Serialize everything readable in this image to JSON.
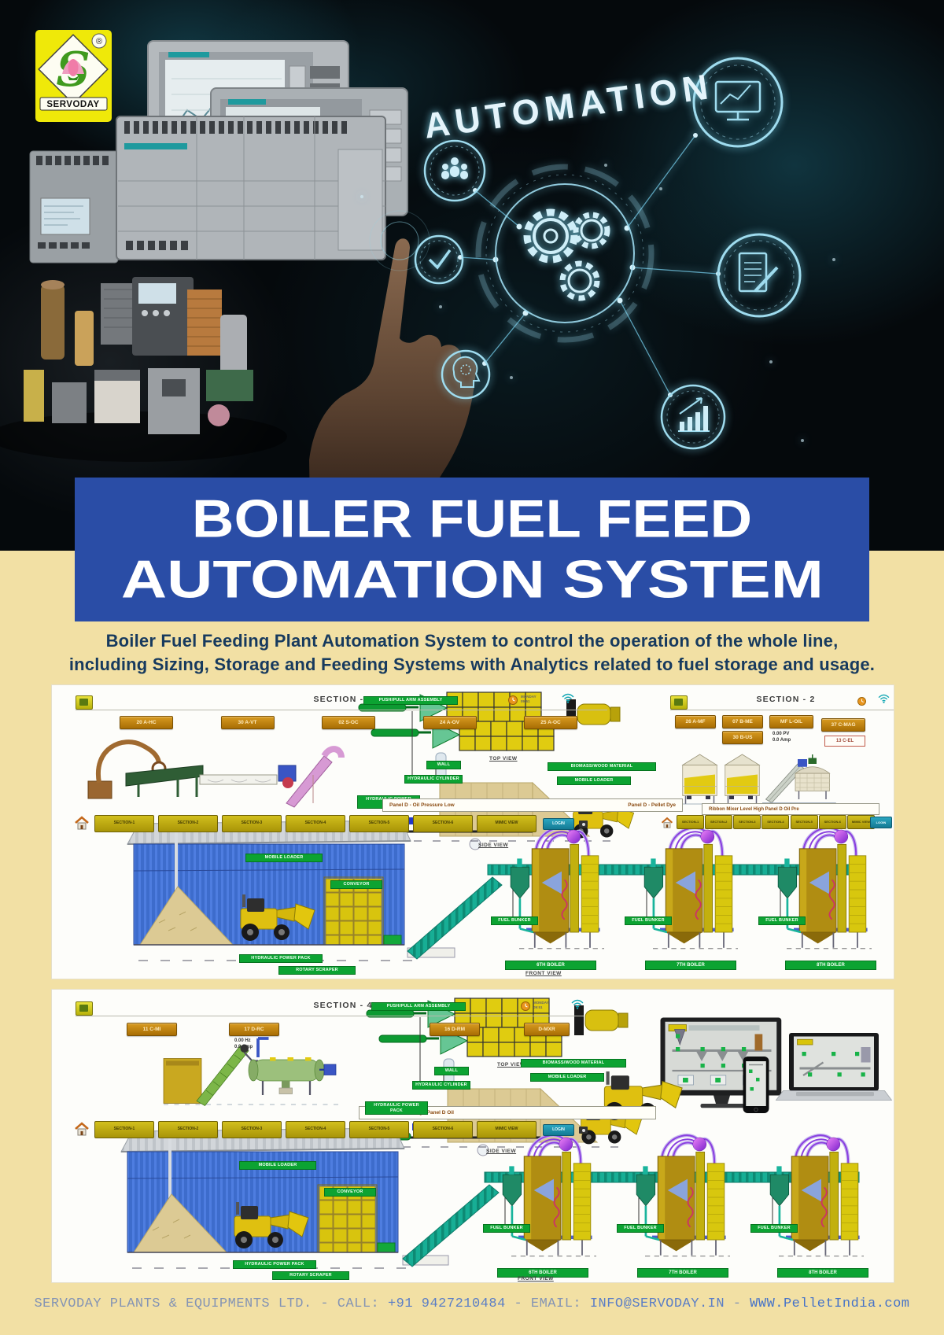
{
  "colors": {
    "banner_bg": "#2a4da6",
    "page_bg": "#f2e0a4",
    "intro_text": "#173a5e",
    "green_label": "#0ca332",
    "accent_teal": "#19b49c",
    "footer_text": "#8494b4"
  },
  "hero": {
    "brand": "SERVODAY",
    "reg_mark": "®",
    "logo_letter": "S",
    "headline": "AUTOMATION"
  },
  "banner": {
    "line1": "BOILER FUEL FEED",
    "line2": "AUTOMATION SYSTEM"
  },
  "intro": {
    "line1": "Boiler Fuel Feeding Plant Automation System to control the operation of the whole line,",
    "line2": "including Sizing, Storage and Feeding Systems  with Analytics related to fuel storage and usage."
  },
  "scada": {
    "clock_day": "MONDAY",
    "clock_time": "09:51",
    "nav_buttons": [
      "SECTION-1",
      "SECTION-2",
      "SECTION-3",
      "SECTION-4",
      "SECTION-5",
      "SECTION-6",
      "MIMIC VIEW"
    ],
    "login_button": "LOGIN",
    "labels": {
      "top_view": "TOP VIEW",
      "side_view": "SIDE VIEW",
      "front_view": "FRONT VIEW",
      "wall": "WALL",
      "push_pull_arm": "PUSH/PULL ARM ASSEMBLY",
      "hydraulic_cylinder": "HYDRAULIC CYLINDER",
      "hydraulic_power_pack": "HYDRAULIC POWER PACK",
      "biomass_material": "BIOMASS/WOOD MATERIAL",
      "mobile_loader": "MOBILE LOADER",
      "conveyor": "CONVEYOR",
      "rotary_scraper": "ROTARY SCRAPER",
      "fuel_bunker": "FUEL BUNKER",
      "boiler_names": [
        "6TH BOILER",
        "7TH BOILER",
        "8TH BOILER"
      ]
    },
    "section1": {
      "title": "SECTION - 1",
      "buttons": [
        "20 A-HC",
        "30 A-VT",
        "02 S-OC",
        "24 A-OV",
        "25 A-OC"
      ],
      "status_left": "Panel D - Oil Pressure Low",
      "status_right": "Panel D - Pellet Dye"
    },
    "section2": {
      "title": "SECTION - 2",
      "button1": "26 A-MF",
      "button2": "07 B-ME",
      "button3": "MF L-OIL",
      "button4": "30 B-US",
      "button_mag": "37 C-MAG",
      "button_el": "13 C-EL",
      "value1": "0.00   PV",
      "value2": "0.0   Amp",
      "status": "Ribbon Mixer Level High     Panel D    Oil Pre"
    },
    "section4": {
      "title": "SECTION - 4",
      "button1": "11 C-MI",
      "button2": "17 D-RC",
      "button3": "16 D-RM",
      "button4": "D-MXR",
      "value1": "0.00   Hz",
      "value2": "0.0   Amp",
      "status": "Ribbon Mixer Level High     Panel D    Oil"
    }
  },
  "footer": {
    "company": "SERVODAY PLANTS & EQUIPMENTS LTD.",
    "dash1": "-",
    "call_label": "CALL:",
    "phone": "+91 9427210484",
    "dash2": "-",
    "email_label": "EMAIL:",
    "email": "INFO@SERVODAY.IN",
    "dash3": "-",
    "website": "WWW.PelletIndia.com"
  }
}
